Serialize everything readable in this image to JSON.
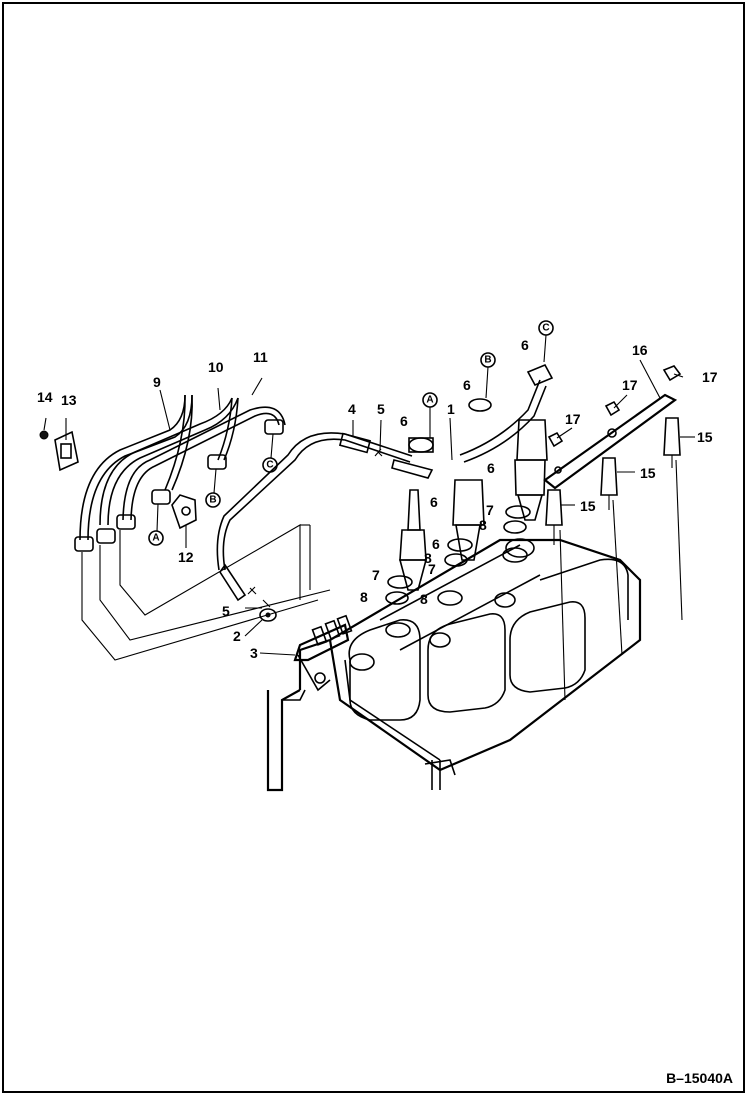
{
  "figure_id": "B–15040A",
  "callouts": {
    "c1": "1",
    "c2": "2",
    "c3": "3",
    "c4": "4",
    "c5": "5",
    "c5b": "5",
    "c6a": "6",
    "c6b": "6",
    "c6c": "6",
    "c6d": "6",
    "c6e": "6",
    "c6f": "6",
    "c7a": "7",
    "c7b": "7",
    "c7c": "7",
    "c8a": "8",
    "c8b": "8",
    "c8c": "8",
    "c8d": "8",
    "c9": "9",
    "c10": "10",
    "c11": "11",
    "c12": "12",
    "c13": "13",
    "c14": "14",
    "c15a": "15",
    "c15b": "15",
    "c15c": "15",
    "c16": "16",
    "c17a": "17",
    "c17b": "17",
    "c17c": "17"
  },
  "refs": {
    "a_top": "A",
    "b_top": "B",
    "c_top": "C",
    "a_left": "A",
    "b_left": "B",
    "c_left": "C"
  }
}
